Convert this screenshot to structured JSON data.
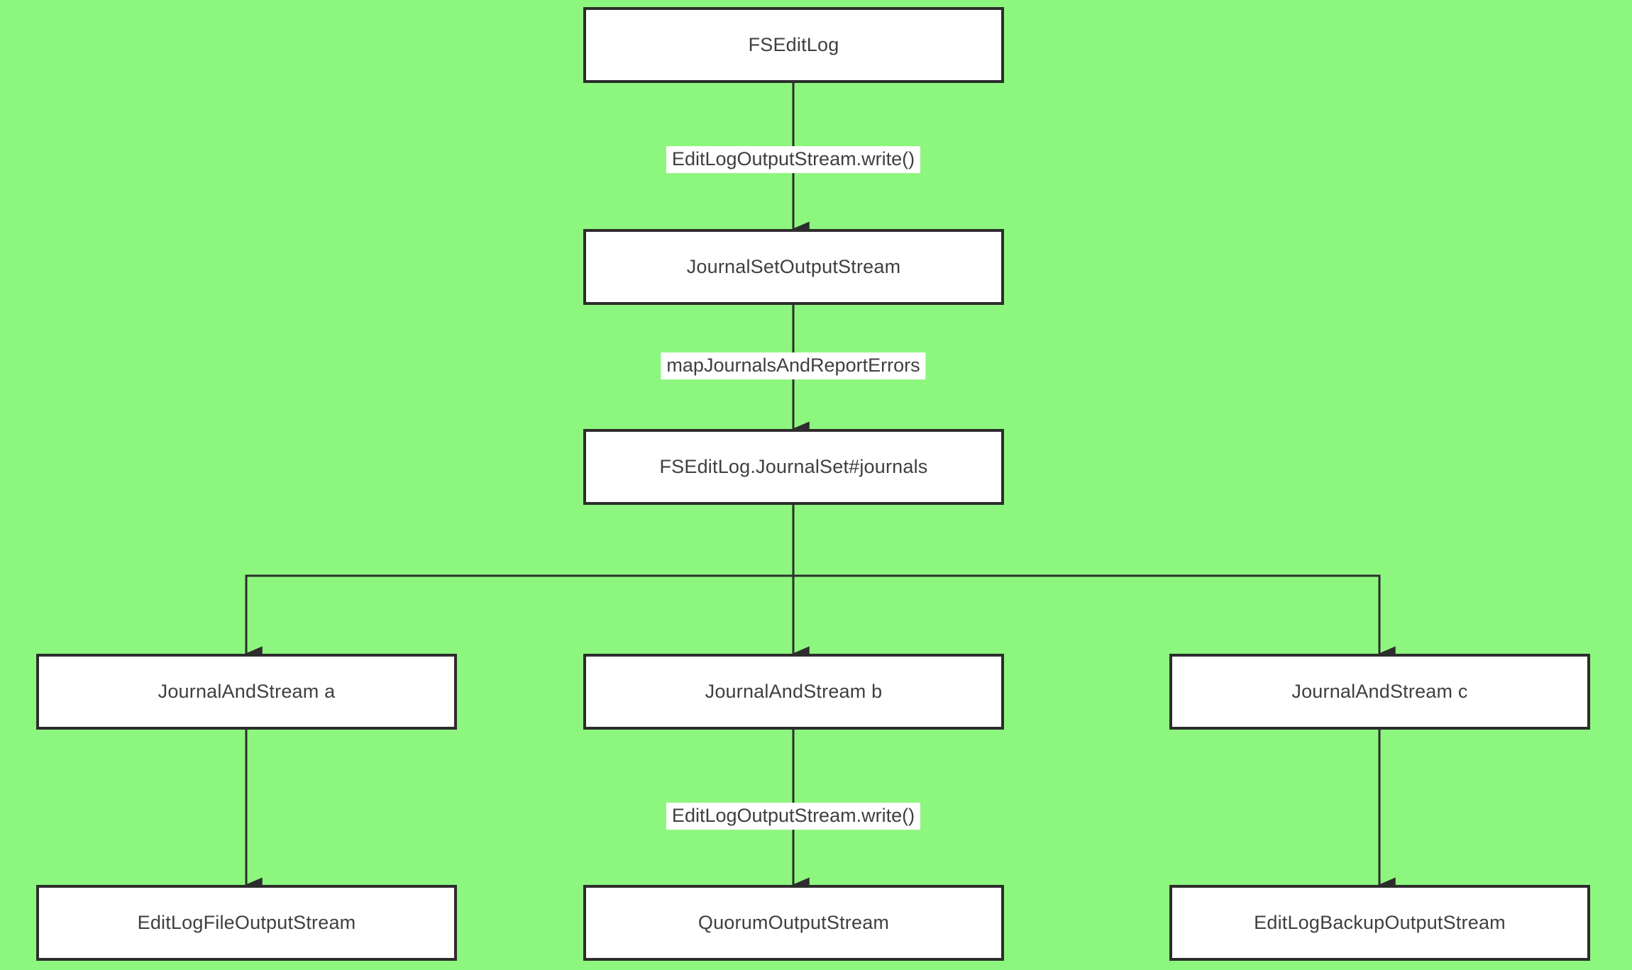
{
  "diagram": {
    "colors": {
      "background": "#8DF67F",
      "node_fill": "#FFFFFF",
      "node_border": "#2D2D2D",
      "edge": "#2D2D2D",
      "text": "#3F3F3F",
      "edge_label_background": "#FFFFFF"
    },
    "nodes": [
      {
        "label": "FSEditLog"
      },
      {
        "label": "JournalSetOutputStream"
      },
      {
        "label": "FSEditLog.JournalSet#journals"
      },
      {
        "label": "JournalAndStream a"
      },
      {
        "label": "JournalAndStream b"
      },
      {
        "label": "JournalAndStream c"
      },
      {
        "label": "EditLogFileOutputStream"
      },
      {
        "label": "QuorumOutputStream"
      },
      {
        "label": "EditLogBackupOutputStream"
      }
    ],
    "edge_labels": [
      {
        "text": "EditLogOutputStream.write()"
      },
      {
        "text": "mapJournalsAndReportErrors"
      },
      {
        "text": "EditLogOutputStream.write()"
      }
    ]
  }
}
